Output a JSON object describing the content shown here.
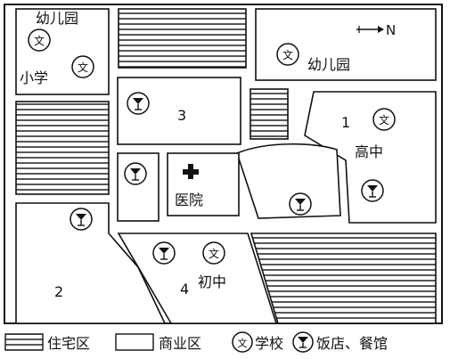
{
  "compass": {
    "label": "N"
  },
  "places": {
    "kindergarten_nw": "幼儿园",
    "primary_school": "小学",
    "kindergarten_ne": "幼儿园",
    "hospital": "医院",
    "high_school": "高中",
    "junior_high": "初中"
  },
  "school_glyph": "文",
  "area_numbers": {
    "a1": "1",
    "a2": "2",
    "a3": "3",
    "a4": "4"
  },
  "legend": {
    "residential": "住宅区",
    "commercial": "商业区",
    "school": "学校",
    "restaurant": "饭店、餐馆"
  },
  "colors": {
    "ink": "#111111",
    "paper": "#ffffff"
  },
  "icons": {
    "school": "circle-wen-icon",
    "restaurant": "wine-glass-icon",
    "hospital": "red-cross-icon",
    "compass": "arrow-east-icon"
  }
}
